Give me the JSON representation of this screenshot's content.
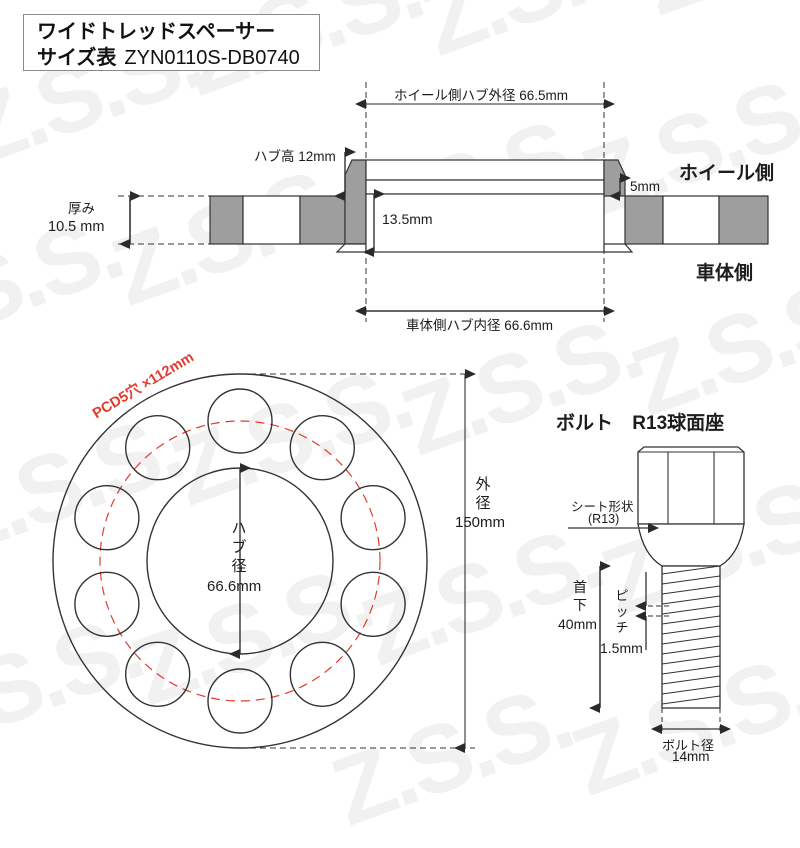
{
  "title": {
    "line1": "ワイドトレッドスペーサー",
    "line2": "サイズ表",
    "product_code": "ZYN0110S-DB0740"
  },
  "watermark": {
    "text": "Z.S.S."
  },
  "cross_section": {
    "hub_outer_dia": "ホイール側ハブ外径 66.5mm",
    "hub_height": "ハブ高 12mm",
    "thickness_label": "厚み",
    "thickness_value": "10.5 mm",
    "bore_depth": "13.5mm",
    "step_height": "5mm",
    "wheel_side": "ホイール側",
    "body_side": "車体側",
    "hub_inner_dia": "車体側ハブ内径  66.6mm"
  },
  "face_view": {
    "pcd": "PCD5穴 ×112mm",
    "hub_dia_label_1": "ハ",
    "hub_dia_label_2": "ブ",
    "hub_dia_label_3": "径",
    "hub_dia_value": "66.6mm",
    "outer_dia_label_1": "外",
    "outer_dia_label_2": "径",
    "outer_dia_value": "150mm",
    "hole_count": 10
  },
  "bolt": {
    "heading_1": "ボルト",
    "heading_2": "R13球面座",
    "seat_shape_1": "シート形状",
    "seat_shape_2": "(R13)",
    "neck_label_1": "首",
    "neck_label_2": "下",
    "neck_value": "40mm",
    "pitch_label_1": "ピ",
    "pitch_label_2": "ッ",
    "pitch_label_3": "チ",
    "pitch_value": "1.5mm",
    "bolt_dia_label": "ボルト径",
    "bolt_dia_value": "14mm"
  },
  "colors": {
    "metal_grey": "#9e9e9e",
    "line": "#333333",
    "accent_red": "#e23b2e",
    "watermark": "#f1f1f1"
  }
}
